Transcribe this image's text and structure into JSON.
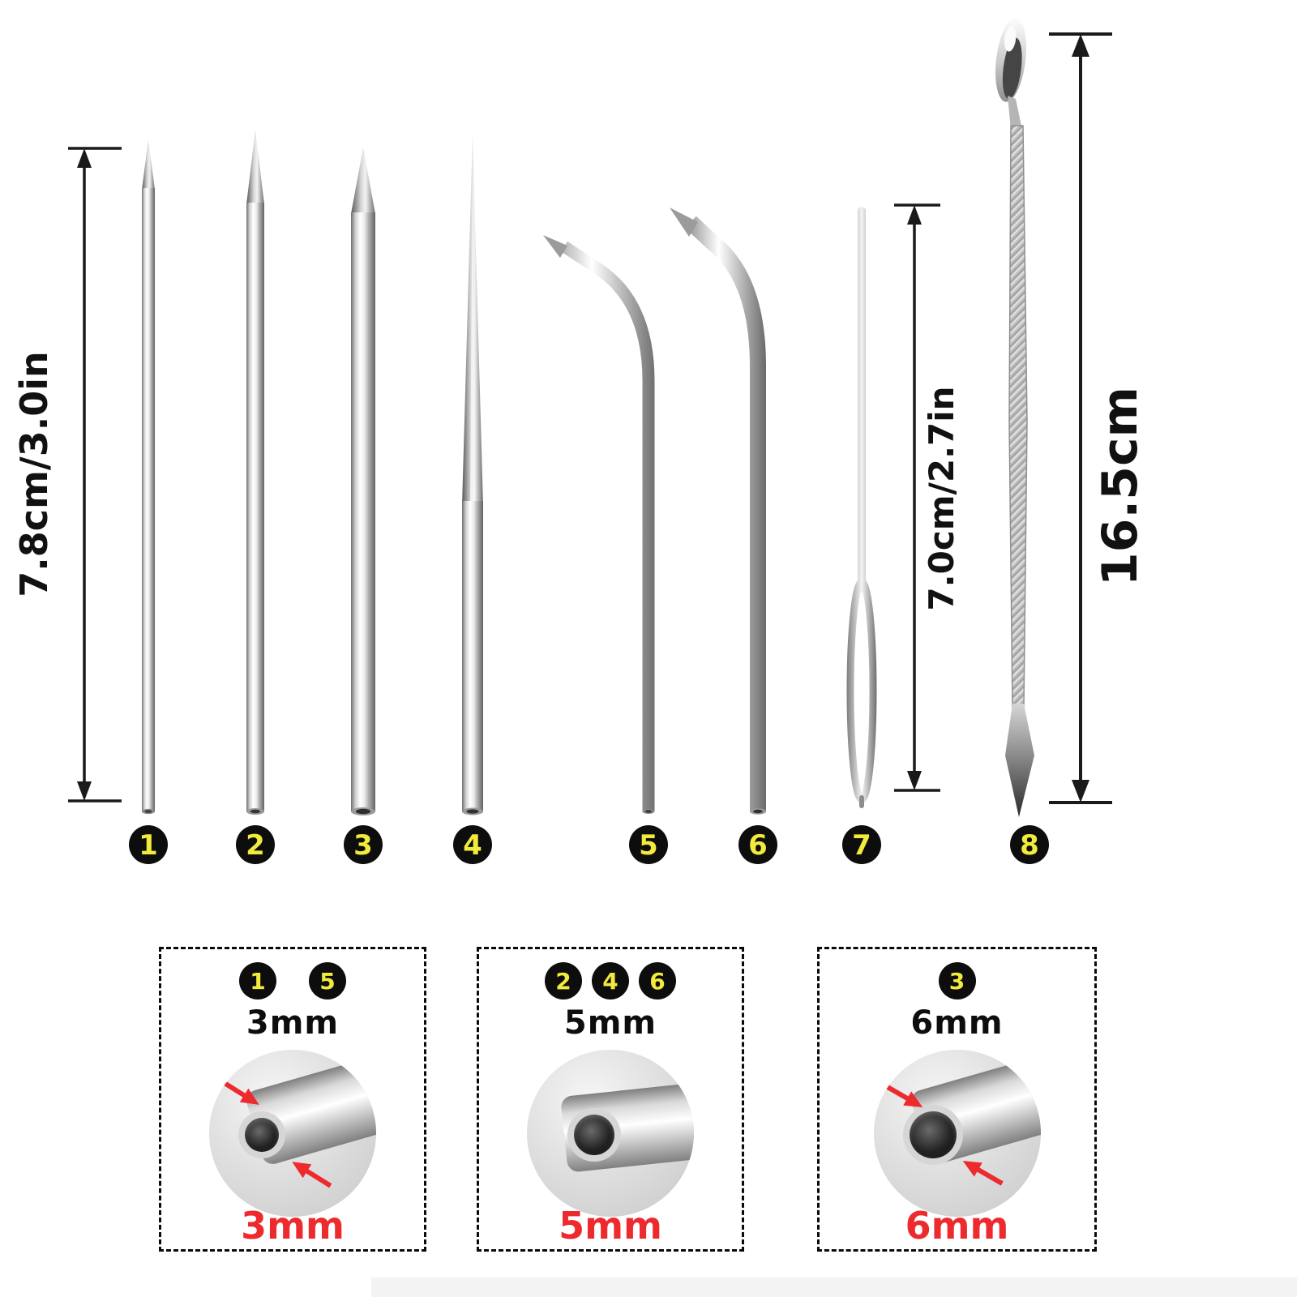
{
  "colors": {
    "background": "#ffffff",
    "badge_bg": "#0d0d0d",
    "badge_text": "#f2ea3c",
    "annotation_text": "#111111",
    "red_label": "#ed2b2e",
    "metal_light": "#ffffff",
    "metal_mid": "#c0c0c0",
    "metal_dark": "#6e6e6e"
  },
  "tools": [
    {
      "badge": "1",
      "kind": "straight-needle"
    },
    {
      "badge": "2",
      "kind": "straight-needle"
    },
    {
      "badge": "3",
      "kind": "straight-needle"
    },
    {
      "badge": "4",
      "kind": "tapered-fid-needle"
    },
    {
      "badge": "5",
      "kind": "bent-needle"
    },
    {
      "badge": "6",
      "kind": "bent-needle"
    },
    {
      "badge": "7",
      "kind": "lacing-needle-with-eye"
    },
    {
      "badge": "8",
      "kind": "double-ended-spike-tool"
    }
  ],
  "dimensions": {
    "needles_1_4": "7.8cm/3.0in",
    "needle_7": "7.0cm/2.7in",
    "tool_8": "16.5cm"
  },
  "spec_boxes": [
    {
      "badges": [
        "1",
        "5"
      ],
      "size_label": "3mm",
      "bore_label": "3mm"
    },
    {
      "badges": [
        "2",
        "4",
        "6"
      ],
      "size_label": "5mm",
      "bore_label": "5mm"
    },
    {
      "badges": [
        "3"
      ],
      "size_label": "6mm",
      "bore_label": "6mm"
    }
  ]
}
